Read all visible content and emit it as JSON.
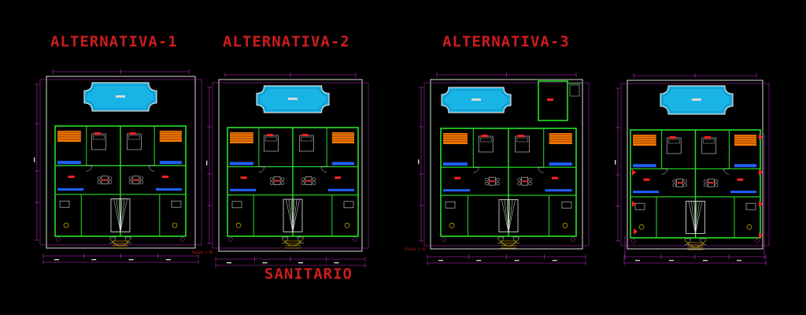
{
  "titles": {
    "alt1": "ALTERNATIVA-1",
    "alt2": "ALTERNATIVA-2",
    "alt3": "ALTERNATIVA-3",
    "sanitario": "SANITARIO"
  },
  "scale_note": "ESCALA 1:50",
  "colors": {
    "background": "#000000",
    "title": "#cc1d1d",
    "wall": "#26e026",
    "dimension": "#c42ccf",
    "outline": "#d8d8d8",
    "pool": "#18b4e6",
    "furniture_red": "#ff2020",
    "stairs": "#e8e8e8",
    "accent_yellow": "#ffd000",
    "accent_orange": "#ff7a00",
    "accent_blue": "#2060ff"
  },
  "icons": {
    "pool": "pool-shape",
    "stairs": "stair-steps",
    "door": "door-swing-arc"
  }
}
